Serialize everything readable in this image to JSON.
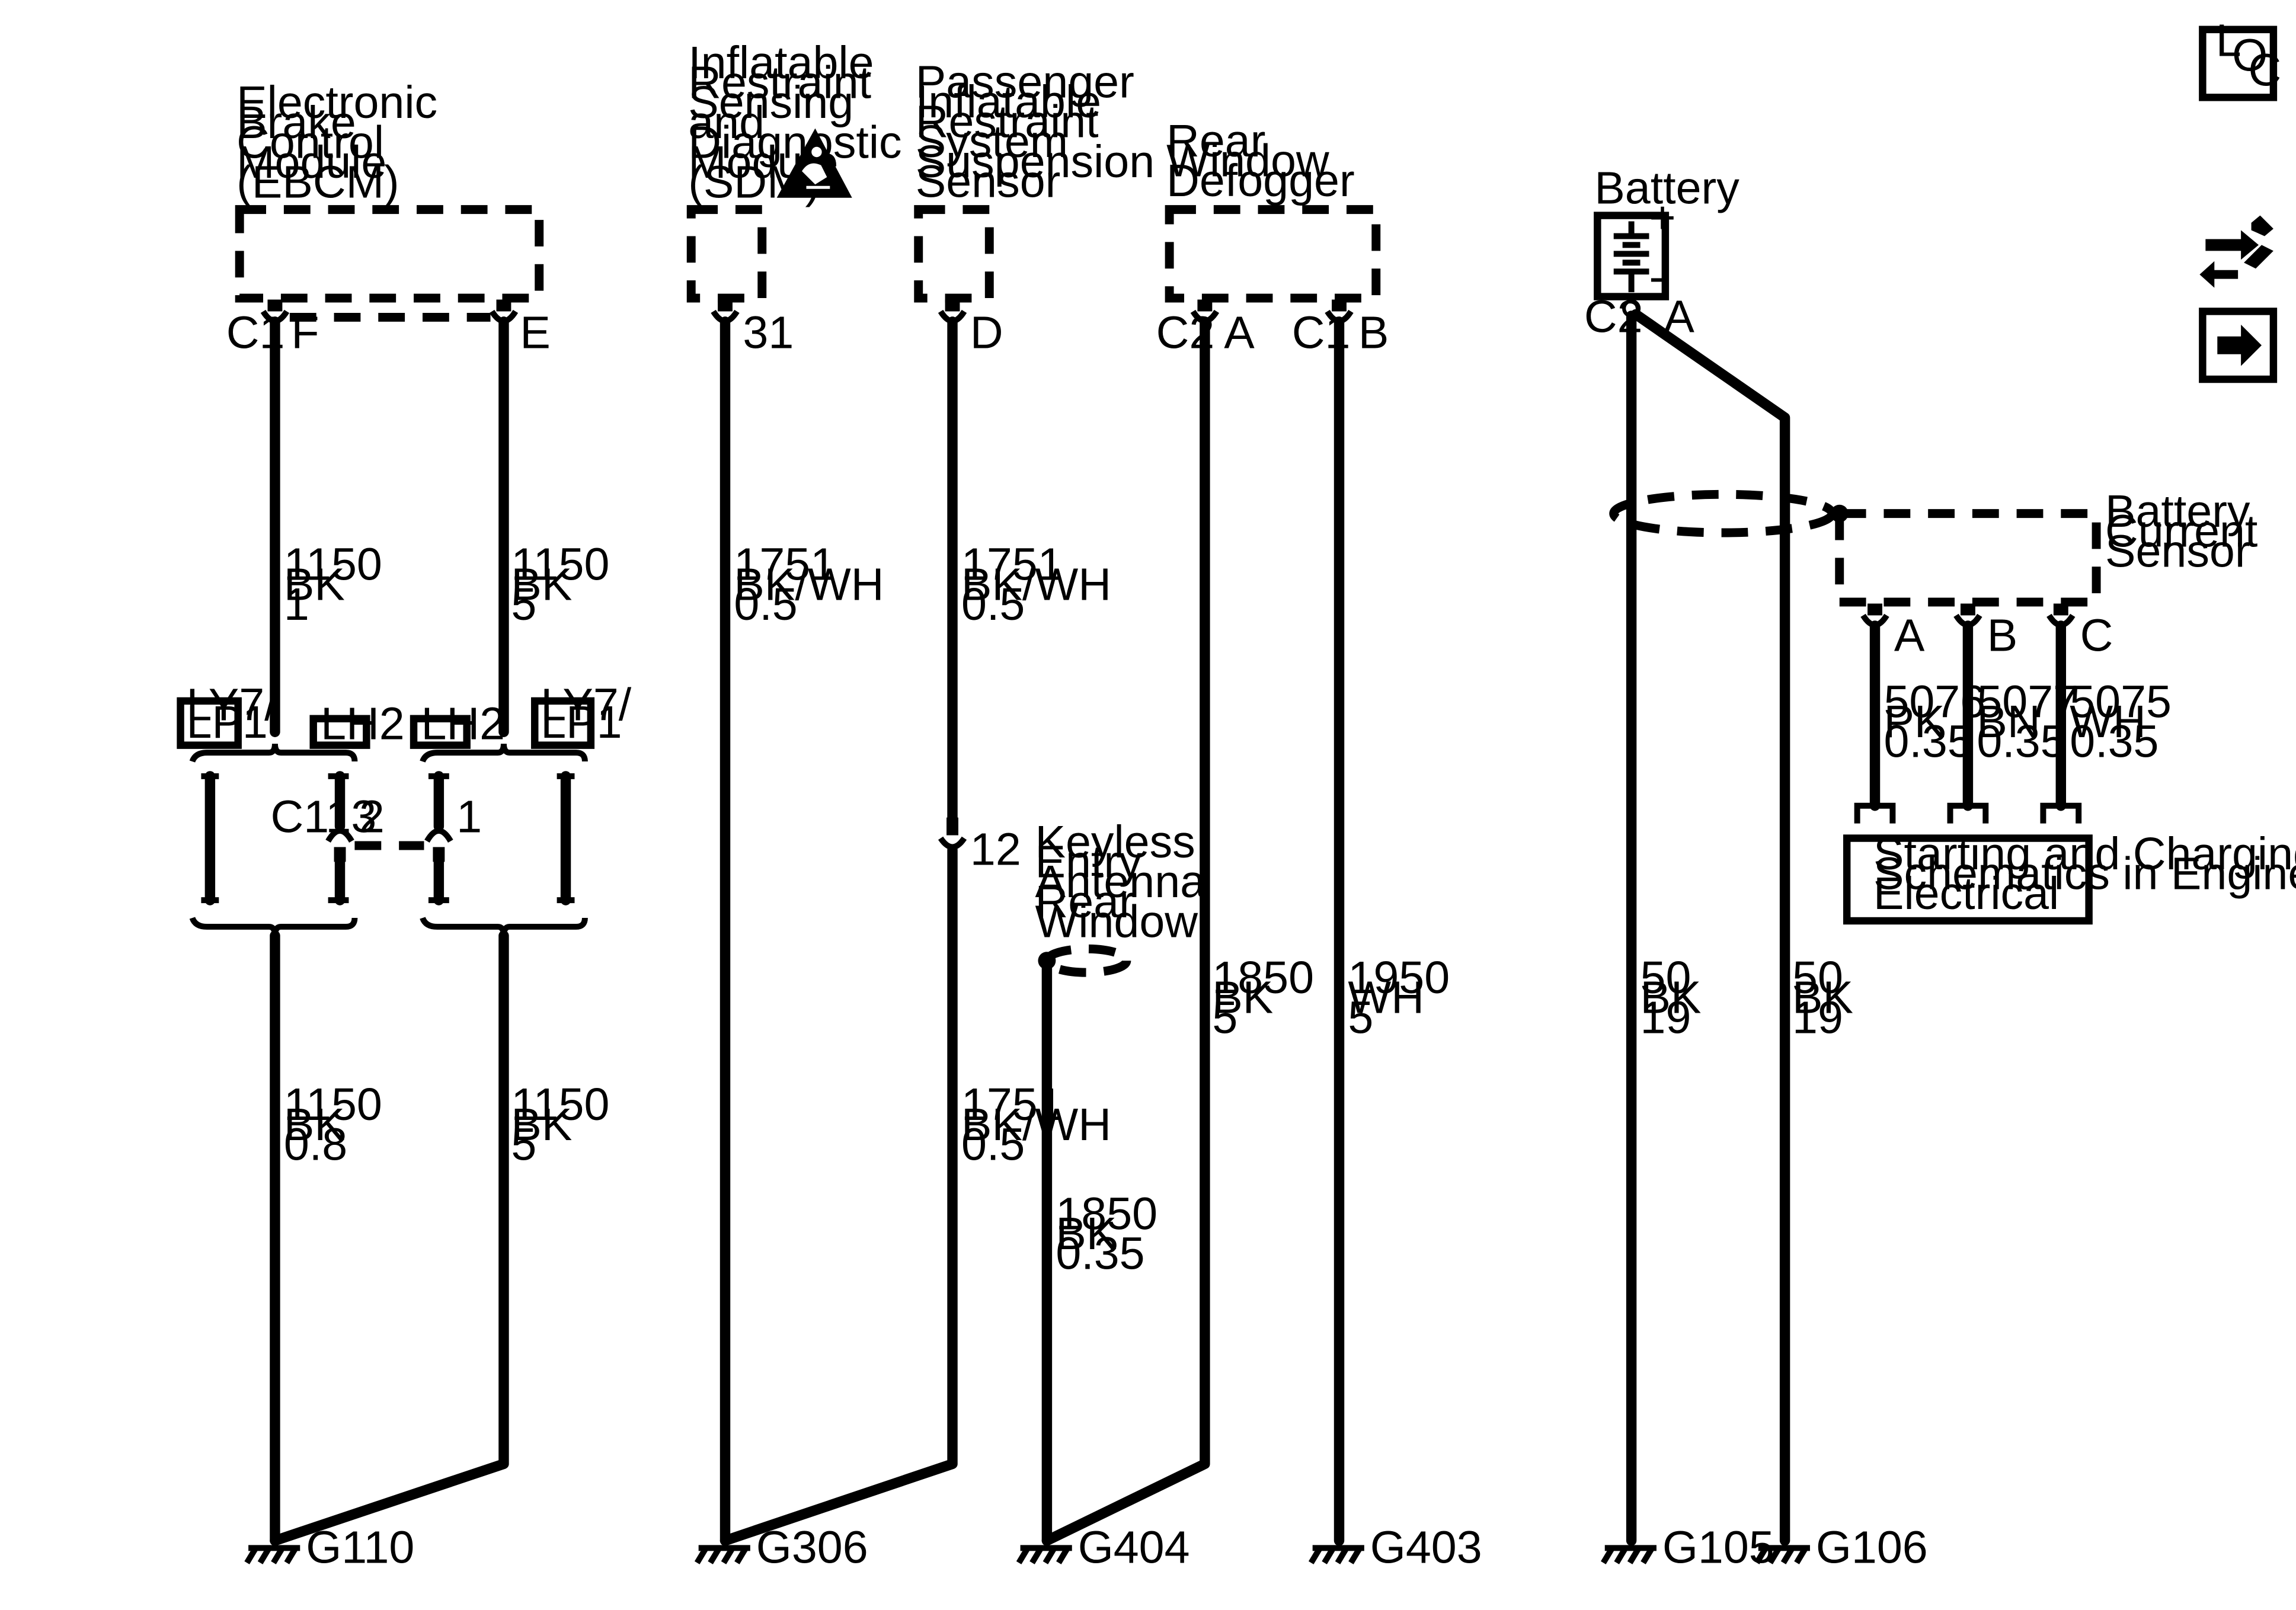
{
  "components": {
    "ebcm": [
      "Electronic",
      "Brake",
      "Control",
      "Module",
      "(EBCM)"
    ],
    "sdm": [
      "Inflatable",
      "Restraint",
      "Sensing",
      "and",
      "Diagnostic",
      "Module",
      "(SDM)"
    ],
    "passenger_sensor": [
      "Passenger",
      "Inflatable",
      "Restraint",
      "System",
      "Suspension",
      "Sensor"
    ],
    "rear_defogger": [
      "Rear",
      "Window",
      "Defogger"
    ],
    "battery": "Battery",
    "battery_current_sensor": [
      "Battery",
      "Current",
      "Sensor"
    ],
    "keyless_antenna": [
      "Keyless",
      "Entry",
      "Antenna",
      "Rear",
      "Window"
    ],
    "starting_charging_ref": [
      "Starting and Charging",
      "Schematics in Engine",
      "Electrical"
    ]
  },
  "pins": {
    "ebcm_conn": "C1",
    "ebcm_f": "F",
    "ebcm_e": "E",
    "sdm_31": "31",
    "pass_d": "D",
    "def_c2": "C2",
    "def_a": "A",
    "def_c1": "C1",
    "def_b": "B",
    "bat_c2": "C2",
    "bat_a": "A",
    "bcs_a": "A",
    "bcs_b": "B",
    "bcs_c": "C",
    "c113": "C113",
    "c113_2": "2",
    "c113_1": "1",
    "inline_12": "12"
  },
  "options": {
    "ly7": [
      "LY7/",
      "LP1"
    ],
    "lh2": "LH2"
  },
  "wires": {
    "ebcm_f_upper": [
      "1150",
      "BK",
      "1"
    ],
    "ebcm_e_upper": [
      "1150",
      "BK",
      "5"
    ],
    "ebcm_f_lower": [
      "1150",
      "BK",
      "0.8"
    ],
    "ebcm_e_lower": [
      "1150",
      "BK",
      "5"
    ],
    "sdm": [
      "1751",
      "BK/WH",
      "0.5"
    ],
    "pass_upper": [
      "1751",
      "BK/WH",
      "0.5"
    ],
    "pass_lower": [
      "1751",
      "BK/WH",
      "0.5"
    ],
    "keyless": [
      "1850",
      "BK",
      "0.35"
    ],
    "def_a": [
      "1850",
      "BK",
      "5"
    ],
    "def_b": [
      "1950",
      "WH",
      "5"
    ],
    "bat_1": [
      "50",
      "BK",
      "19"
    ],
    "bat_2": [
      "50",
      "BK",
      "19"
    ],
    "bcs_a": [
      "5076",
      "PK",
      "0.35"
    ],
    "bcs_b": [
      "5077",
      "BN",
      "0.35"
    ],
    "bcs_c": [
      "5075",
      "WH",
      "0.35"
    ]
  },
  "grounds": [
    "G110",
    "G306",
    "G404",
    "G403",
    "G105",
    "G106"
  ],
  "nav": {
    "loc_l": "L",
    "loc_o": "O",
    "loc_c": "C"
  }
}
